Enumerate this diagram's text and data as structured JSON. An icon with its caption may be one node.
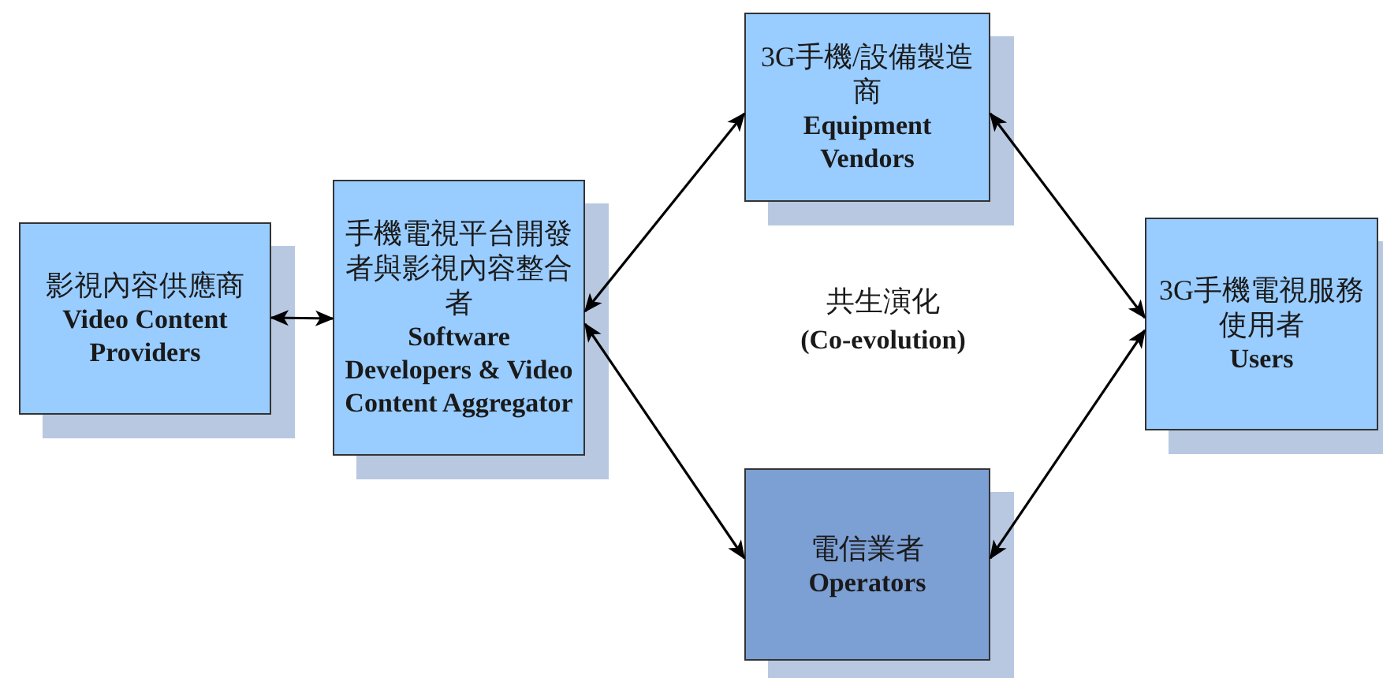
{
  "diagram": {
    "nodes": [
      {
        "text": [
          "影視內容供應商",
          "Video Content Providers"
        ]
      },
      {
        "text": [
          "手機電視平台開發者與影視內容整合者",
          "Software Developers & Video Content Aggregator"
        ]
      },
      {
        "text": [
          "3G手機/設備製造商",
          "Equipment Vendors"
        ]
      },
      {
        "text": [
          "電信業者",
          "Operators"
        ]
      },
      {
        "text": [
          "3G手機電視服務使用者",
          "Users"
        ]
      }
    ],
    "edges": [
      {
        "from": 0,
        "to": 1,
        "arrow": "both"
      },
      {
        "from": 1,
        "to": 2,
        "arrow": "both"
      },
      {
        "from": 1,
        "to": 3,
        "arrow": "both"
      },
      {
        "from": 2,
        "to": 4,
        "arrow": "both"
      },
      {
        "from": 3,
        "to": 4,
        "arrow": "both"
      }
    ],
    "labels": [
      "共生演化",
      "(Co-evolution)"
    ]
  }
}
